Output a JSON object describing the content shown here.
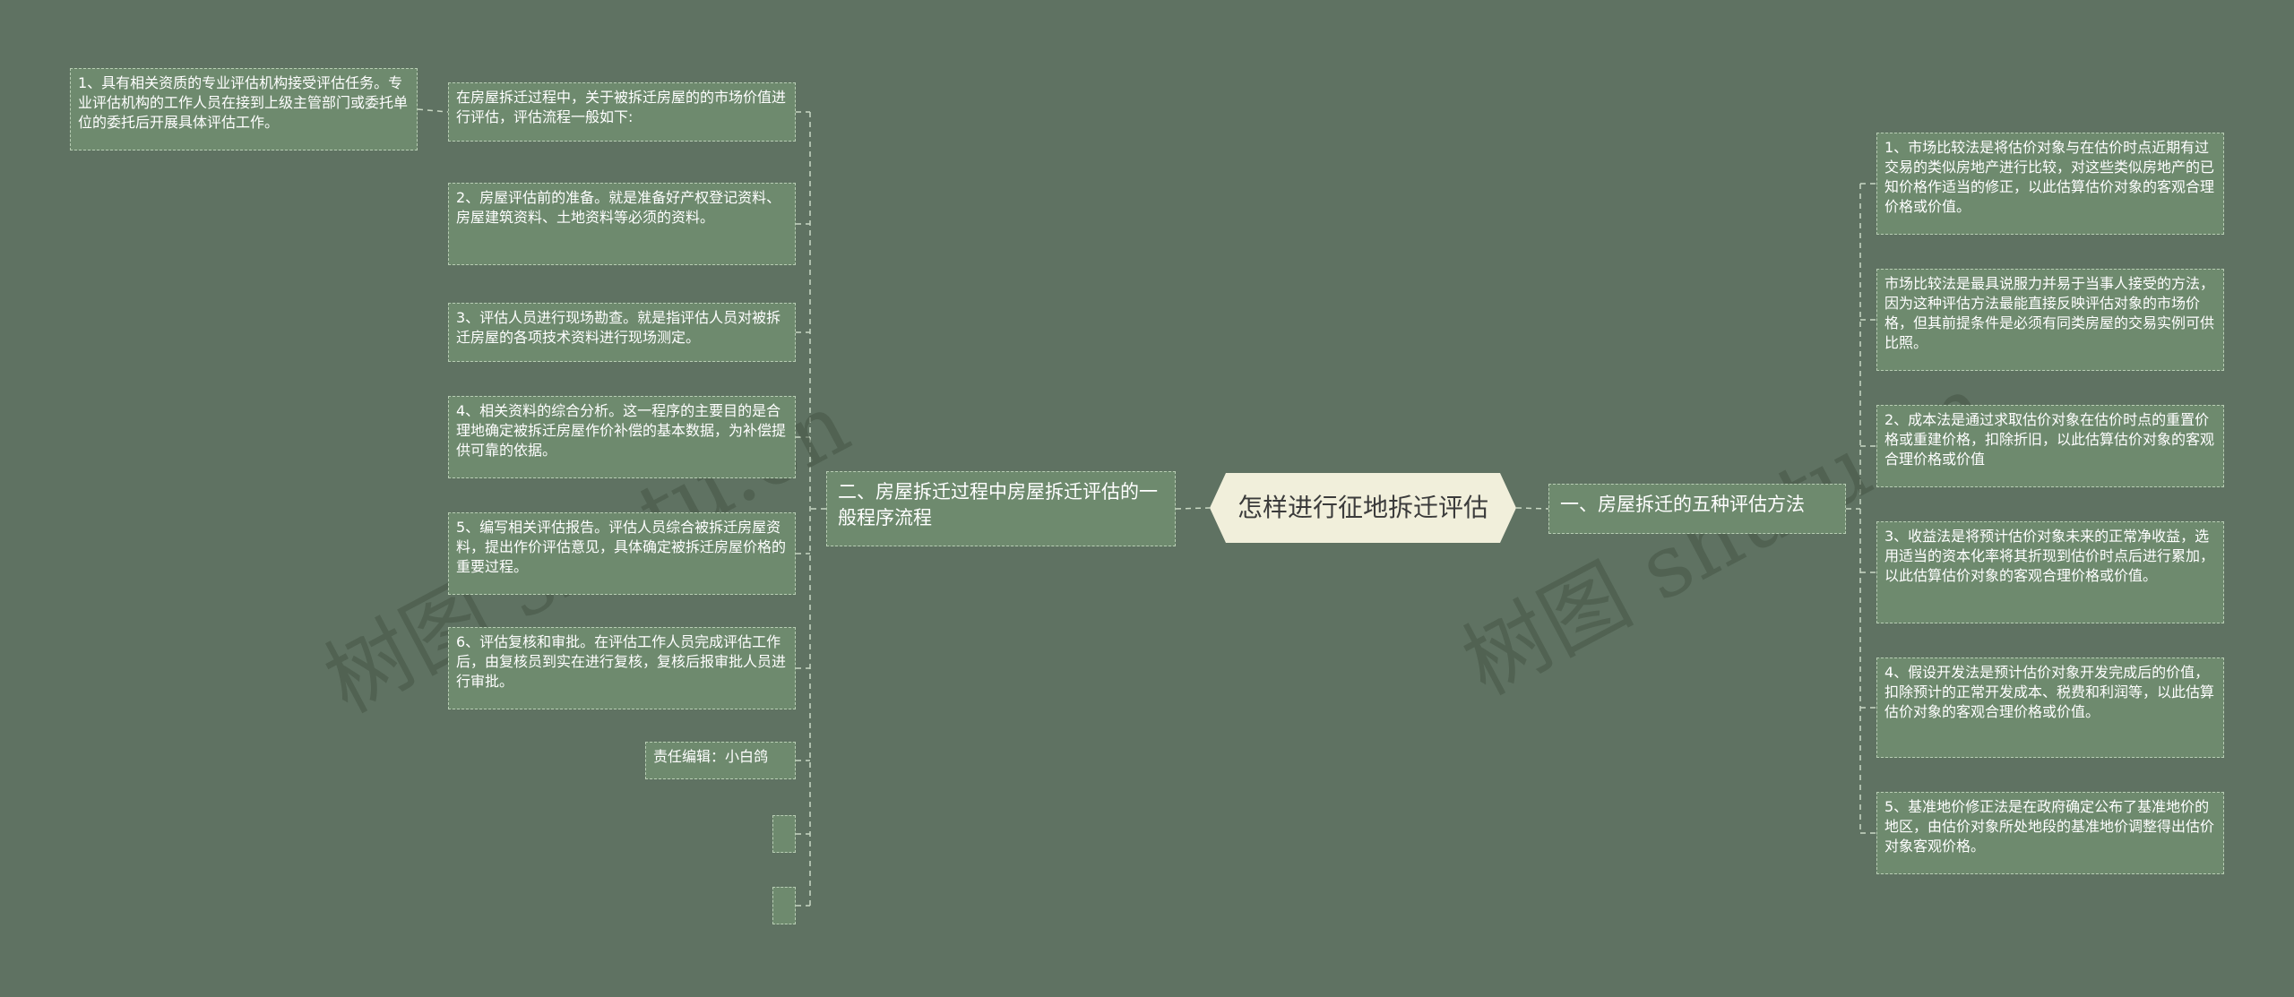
{
  "root": {
    "title": "怎样进行征地拆迁评估"
  },
  "branches": {
    "left": {
      "label": "二、房屋拆迁过程中房屋拆迁评估的一般程序流程",
      "intro": "在房屋拆迁过程中，关于被拆迁房屋的的市场价值进行评估，评估流程一般如下:",
      "intro_child": "1、具有相关资质的专业评估机构接受评估任务。专业评估机构的工作人员在接到上级主管部门或委托单位的委托后开展具体评估工作。",
      "steps": [
        "2、房屋评估前的准备。就是准备好产权登记资料、房屋建筑资料、土地资料等必须的资料。",
        "3、评估人员进行现场勘查。就是指评估人员对被拆迁房屋的各项技术资料进行现场测定。",
        "4、相关资料的综合分析。这一程序的主要目的是合理地确定被拆迁房屋作价补偿的基本数据，为补偿提供可靠的依据。",
        "5、编写相关评估报告。评估人员综合被拆迁房屋资料，提出作价评估意见，具体确定被拆迁房屋价格的重要过程。",
        "6、评估复核和审批。在评估工作人员完成评估工作后，由复核员到实在进行复核，复核后报审批人员进行审批。"
      ],
      "editor": "责任编辑：小白鸽"
    },
    "right": {
      "label": "一、房屋拆迁的五种评估方法",
      "items": [
        "1、市场比较法是将估价对象与在估价时点近期有过交易的类似房地产进行比较，对这些类似房地产的已知价格作适当的修正，以此估算估价对象的客观合理价格或价值。",
        "市场比较法是最具说服力并易于当事人接受的方法，因为这种评估方法最能直接反映评估对象的市场价格，但其前提条件是必须有同类房屋的交易实例可供比照。",
        "2、成本法是通过求取估价对象在估价时点的重置价格或重建价格，扣除折旧，以此估算估价对象的客观合理价格或价值",
        "3、收益法是将预计估价对象未来的正常净收益，选用适当的资本化率将其折现到估价时点后进行累加，以此估算估价对象的客观合理价格或价值。",
        "4、假设开发法是预计估价对象开发完成后的价值，扣除预计的正常开发成本、税费和利润等，以此估算估价对象的客观合理价格或价值。",
        "5、基准地价修正法是在政府确定公布了基准地价的地区，由估价对象所处地段的基准地价调整得出估价对象客观价格。"
      ]
    }
  },
  "watermarks": [
    "树图 shutu.cn",
    "树图 shutu.cn"
  ],
  "colors": {
    "background": "#5f7262",
    "node_fill": "#6e8a6e",
    "node_border": "#b8cdb4",
    "root_fill": "#f1efdb",
    "link": "#c9d8c4"
  }
}
